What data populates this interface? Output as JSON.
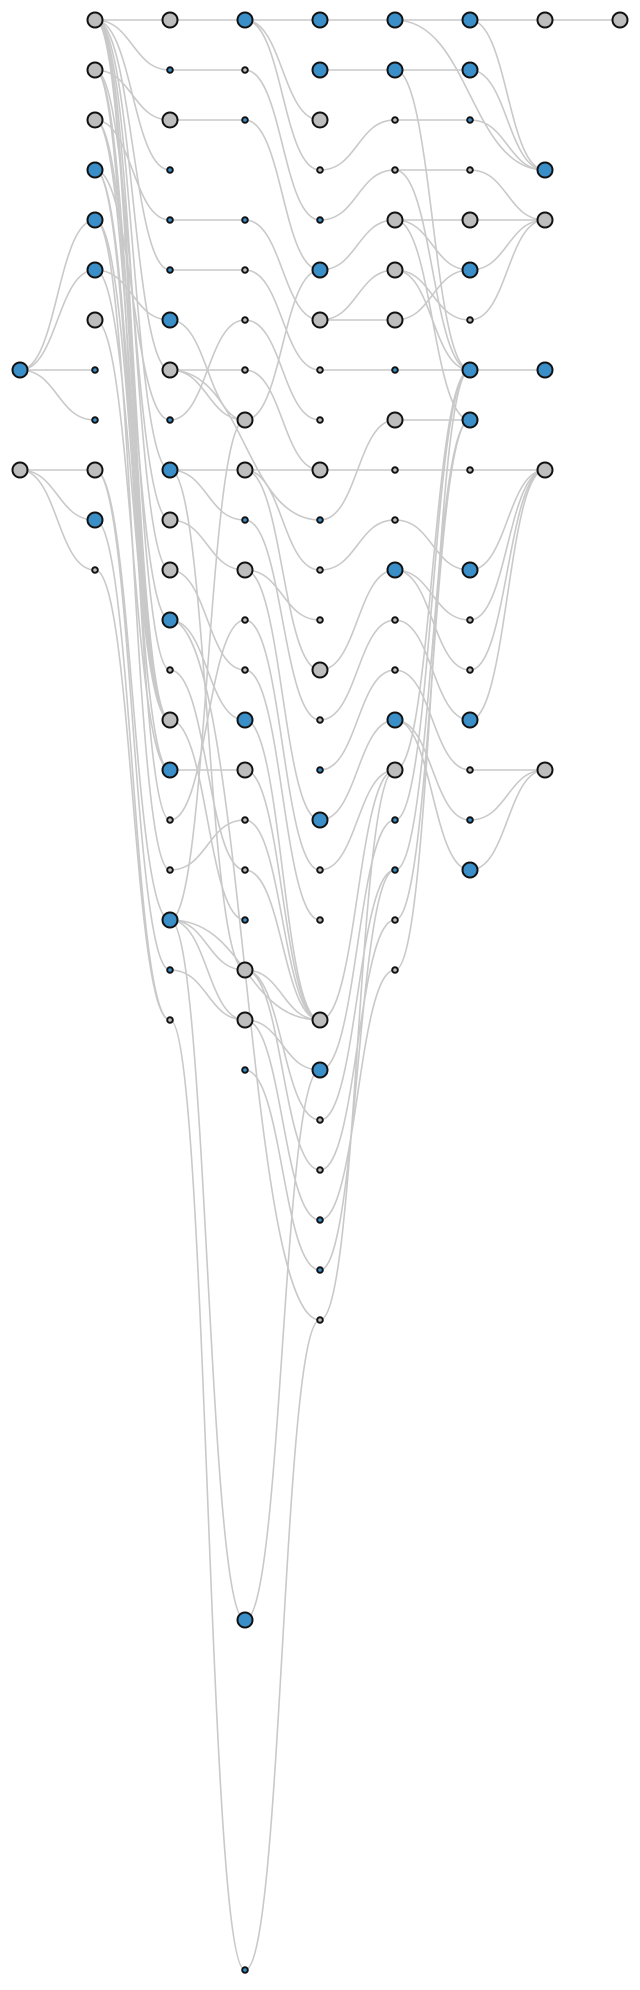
{
  "colors": {
    "background": "#ffffff",
    "edge": "#c9c9c9",
    "node_blue": "#3a8fc9",
    "node_gray": "#bdbdbd",
    "node_stroke": "#111111"
  },
  "legend": {
    "node_kinds": [
      "blue",
      "gray",
      "small-blue",
      "small-gray"
    ]
  },
  "graph": {
    "columns": 9,
    "node_count": 124,
    "edge_count": 165
  }
}
